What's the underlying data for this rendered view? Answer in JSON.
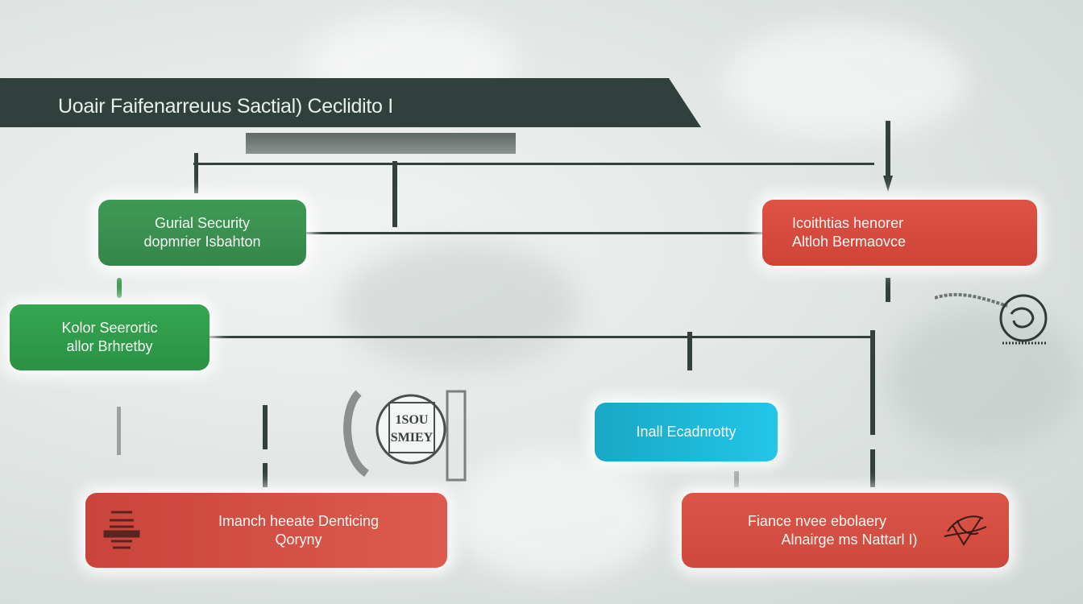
{
  "header": {
    "title": "Uoair Faifenarreuus Sactial) Ceclidito I"
  },
  "nodes": {
    "green_top": {
      "line1": "Gurial Security",
      "line2": "dopmrier Isbahton",
      "color": "#3d8f52"
    },
    "green_left": {
      "line1": "Kolor Seerortic",
      "line2": "allor Brhretby",
      "color": "#2f9b48"
    },
    "red_top_right": {
      "line1": "Icoithtias henorer",
      "line2": "Altloh Bermaovce",
      "color": "#d9473b"
    },
    "cyan_mid": {
      "line1": "Inall Ecadnrotty",
      "color": "#20b8d8"
    },
    "red_bottom_left": {
      "line1": "Imanch heeate Denticing",
      "line2": "Qoryny",
      "color": "#d24a3f"
    },
    "red_bottom_right": {
      "line1": "Fiance nvee ebolaery",
      "line2": "Alnairge ms Nattarl I)",
      "color": "#d24a3f"
    }
  },
  "stamp": {
    "text1": "1SOU",
    "text2": "SMIEY"
  }
}
